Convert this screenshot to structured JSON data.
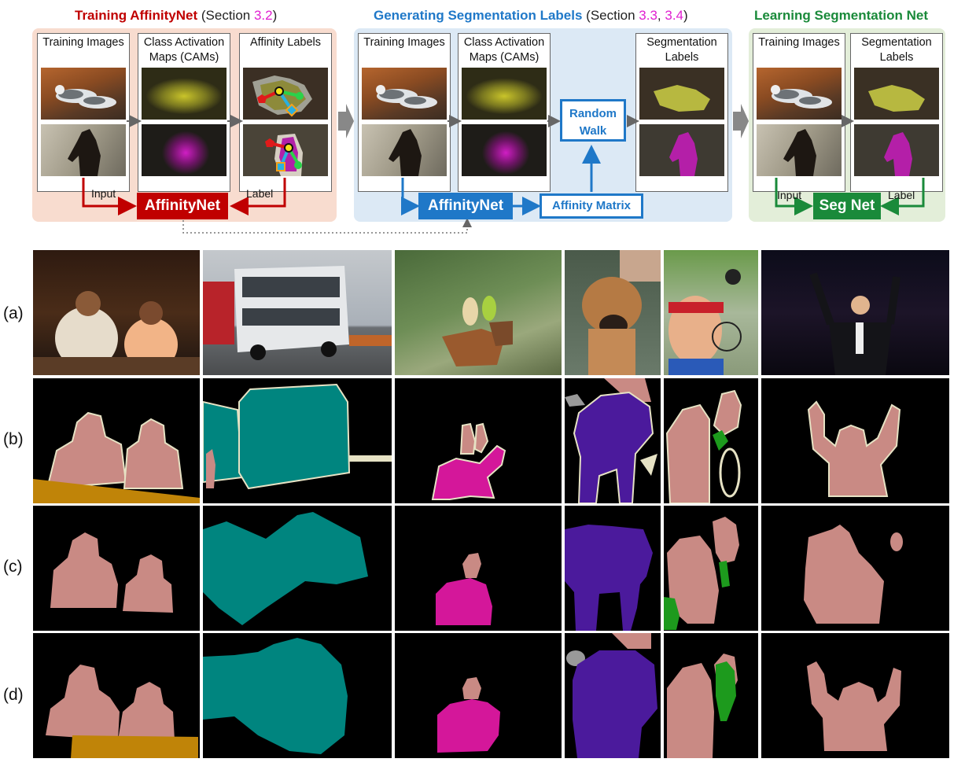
{
  "panels": {
    "training": {
      "title_main": "Training AffinityNet",
      "title_section_prefix": " (Section ",
      "title_ref1": "3.2",
      "title_close": ")",
      "col1": "Training Images",
      "col2": "Class Activation Maps (CAMs)",
      "col3": "Affinity Labels",
      "input_label": "Input",
      "label_label": "Label",
      "net": "AffinityNet"
    },
    "generating": {
      "title_main": "Generating Segmentation Labels",
      "title_section_prefix": " (Section ",
      "title_ref1": "3.3",
      "title_sep": ", ",
      "title_ref2": "3.4",
      "title_close": ")",
      "col1": "Training Images",
      "col2": "Class Activation Maps (CAMs)",
      "col3": "Segmentation Labels",
      "random_walk": "Random Walk",
      "net": "AffinityNet",
      "matrix": "Affinity Matrix"
    },
    "learning": {
      "title_main": "Learning Segmentation Net",
      "col1": "Training Images",
      "col2": "Segmentation Labels",
      "input_label": "Input",
      "label_label": "Label",
      "net": "Seg Net"
    }
  },
  "rows": [
    "(a)",
    "(b)",
    "(c)",
    "(d)"
  ],
  "colors": {
    "training_red": "#c00000",
    "generating_blue": "#1f78c8",
    "learning_green": "#1a8a3a",
    "ref_magenta": "#e020d0",
    "person": "#c98a84",
    "bus": "#00857f",
    "horse": "#d4179a",
    "dog": "#4b1a9c",
    "bicycle": "#1d9a1d",
    "table": "#c08408",
    "boundary": "#e6e2c4"
  }
}
